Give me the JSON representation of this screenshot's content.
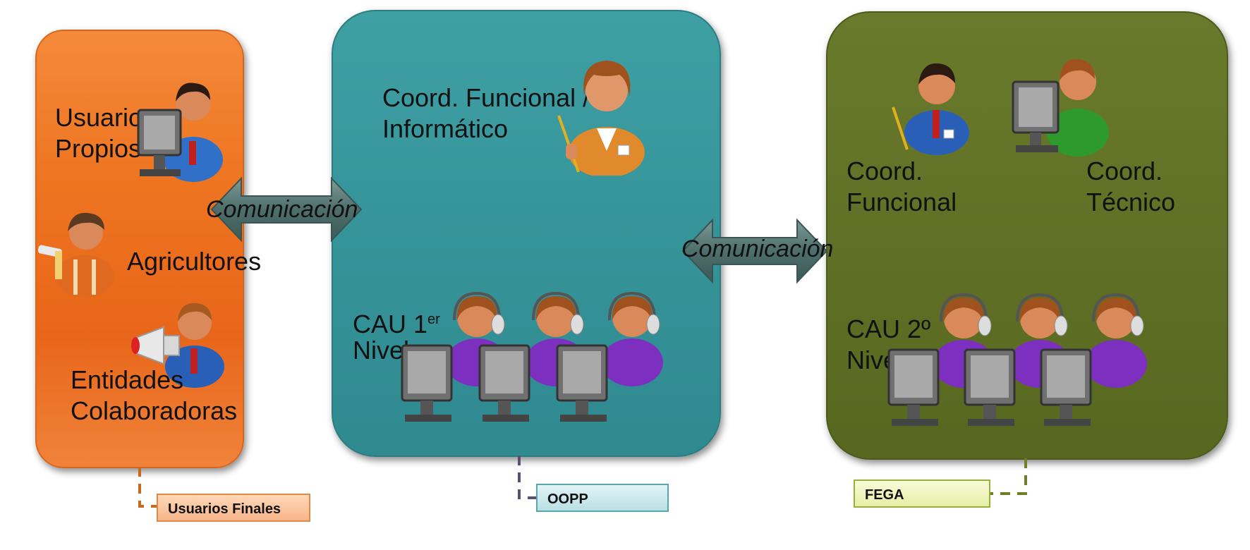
{
  "groups": {
    "usuarios": {
      "legend": "Usuarios Finales",
      "items": [
        "Usuarios Propios",
        "Agricultores",
        "Entidades Colaboradoras"
      ],
      "line1": "Usuarios",
      "line2": "Propios",
      "agricultores": "Agricultores",
      "entidades1": "Entidades",
      "entidades2": "Colaboradoras"
    },
    "oopp": {
      "legend": "OOPP",
      "coord1": "Coord. Funcional /",
      "coord2": "Informático",
      "cau1": "CAU 1",
      "cau_sup": "er",
      "cau2": "Nivel"
    },
    "fega": {
      "legend": "FEGA",
      "coordf1": "Coord.",
      "coordf2": "Funcional",
      "coordt1": "Coord.",
      "coordt2": "Técnico",
      "cau1": "CAU 2º",
      "cau2": "Nivel"
    }
  },
  "connections": [
    {
      "from": "usuarios",
      "to": "oopp",
      "label": "Comunicación"
    },
    {
      "from": "oopp",
      "to": "fega",
      "label": "Comunicación"
    }
  ],
  "colors": {
    "usuarios": "#ee7420",
    "oopp": "#36959a",
    "fega": "#617026",
    "arrow": "#4e6f6c"
  },
  "icons": [
    "user-at-computer-icon",
    "farmer-icon",
    "megaphone-user-icon",
    "female-coordinator-icon",
    "call-center-agent-icon",
    "male-coordinator-icon",
    "technician-at-computer-icon"
  ]
}
